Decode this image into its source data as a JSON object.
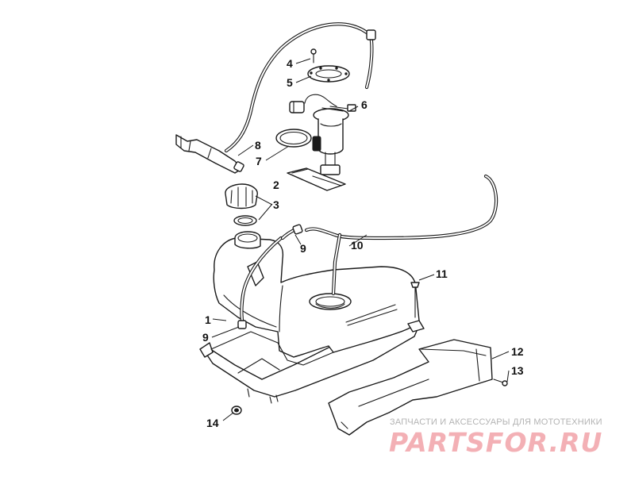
{
  "callouts": [
    {
      "id": "c1",
      "label": "1"
    },
    {
      "id": "c2",
      "label": "2"
    },
    {
      "id": "c3",
      "label": "3"
    },
    {
      "id": "c4",
      "label": "4"
    },
    {
      "id": "c5",
      "label": "5"
    },
    {
      "id": "c6",
      "label": "6"
    },
    {
      "id": "c7",
      "label": "7"
    },
    {
      "id": "c8",
      "label": "8"
    },
    {
      "id": "c9a",
      "label": "9"
    },
    {
      "id": "c9b",
      "label": "9"
    },
    {
      "id": "c10",
      "label": "10"
    },
    {
      "id": "c11",
      "label": "11"
    },
    {
      "id": "c12",
      "label": "12"
    },
    {
      "id": "c13",
      "label": "13"
    },
    {
      "id": "c14",
      "label": "14"
    }
  ],
  "watermark": {
    "tagline": "ЗАПЧАСТИ И АКСЕССУАРЫ ДЛЯ МОТОТЕХНИКИ",
    "logo": "PARTSFOR.RU",
    "color": "#f3b0b5"
  }
}
